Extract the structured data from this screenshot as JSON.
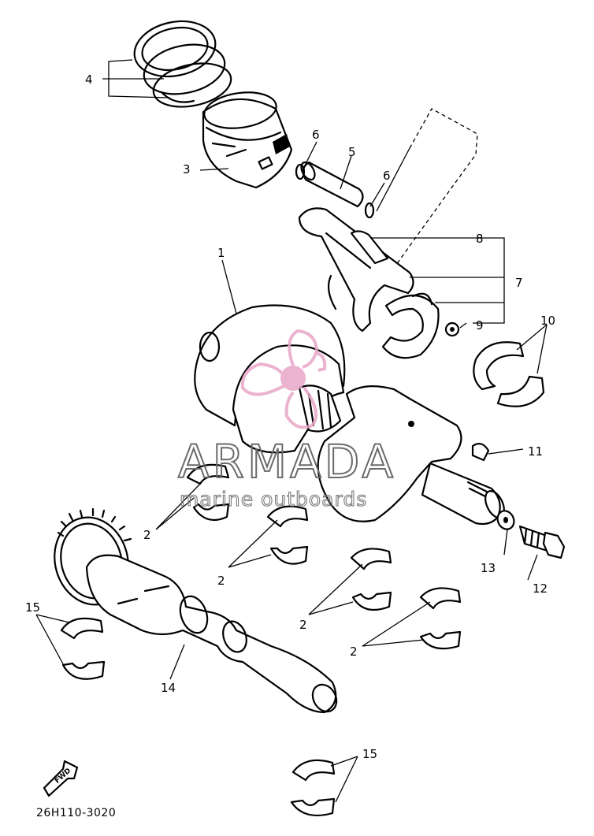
{
  "callouts": {
    "c1": "1",
    "c2a": "2",
    "c2b": "2",
    "c2c": "2",
    "c2d": "2",
    "c3": "3",
    "c4": "4",
    "c5": "5",
    "c6a": "6",
    "c6b": "6",
    "c7": "7",
    "c8": "8",
    "c9": "9",
    "c10": "10",
    "c11": "11",
    "c12": "12",
    "c13": "13",
    "c14": "14",
    "c15a": "15",
    "c15b": "15"
  },
  "front_arrow_label": "FWD",
  "diagram_code": "26H110-3020",
  "watermark": {
    "brand": "ARMADA",
    "tagline": "marine outboards",
    "logo_color": "#e8a6c8",
    "text_color": "#6a6a6a"
  }
}
